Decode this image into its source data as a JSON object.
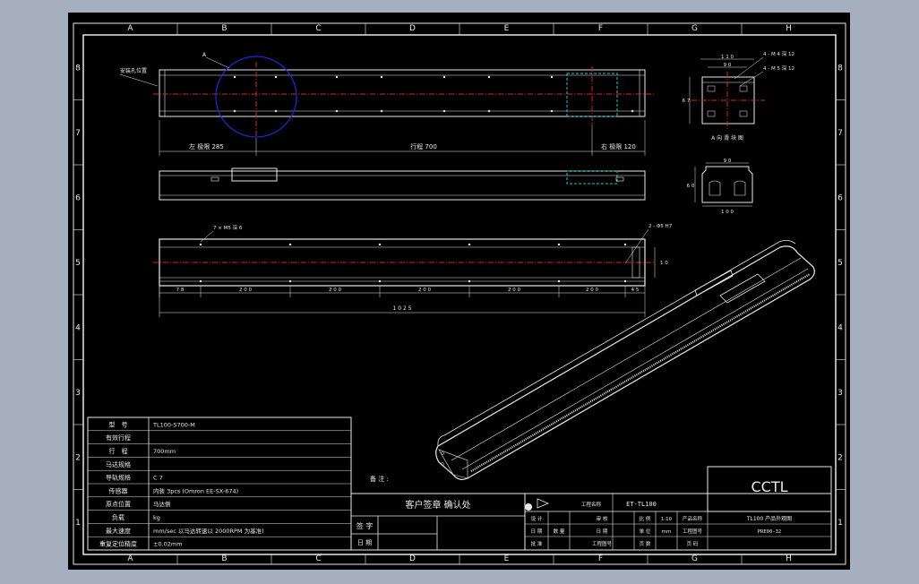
{
  "frame": {
    "col_labels": [
      "A",
      "B",
      "C",
      "D",
      "E",
      "F",
      "G",
      "H"
    ],
    "row_labels": [
      "8",
      "7",
      "6",
      "5",
      "4",
      "3",
      "2",
      "1"
    ]
  },
  "top_view": {
    "note_left": "安装孔位置",
    "note_a": "A",
    "dim_left": "左 极限 285",
    "dim_stroke": "行程 700",
    "dim_right": "右 极限 120"
  },
  "side_view": {
    "note_left": "7 × M5 深 6",
    "note_right": "2 - Φ5 H7",
    "dims": [
      "7 8",
      "2 0 0",
      "2 0 0",
      "2 0 0",
      "2 0 0",
      "2 0 0",
      "4 5"
    ],
    "total": "1 0 2 5"
  },
  "end_view_a": {
    "w1": "1 1 0",
    "w2": "9 0",
    "note1": "4 - M 4 深 12",
    "note2": "4 - M 5 深 12",
    "h": "6 7",
    "caption": "A 向 滑 块 图"
  },
  "end_view_b": {
    "w1": "9 0",
    "w2": "1 0 0",
    "h": "6 0"
  },
  "spec_table": {
    "rows": [
      {
        "label": "型　号",
        "value": "TL100-S700-M"
      },
      {
        "label": "有效行程",
        "value": ""
      },
      {
        "label": "行　程",
        "value": "700mm"
      },
      {
        "label": "马达规格",
        "value": ""
      },
      {
        "label": "导轨规格",
        "value": "C 7"
      },
      {
        "label": "传感器",
        "value": "内装 3pcs (Omron EE-SX-674)"
      },
      {
        "label": "原点位置",
        "value": "马达侧"
      },
      {
        "label": "负载",
        "value": "kg"
      },
      {
        "label": "最大速度",
        "value": "mm/sec 以马达转速以 2000RPM 为基准)"
      },
      {
        "label": "重复定位精度",
        "value": "±0.02mm"
      }
    ]
  },
  "notes_label": "备 注 :",
  "confirm_header": "客户签章 确认处",
  "sign_label": "签 字",
  "date_label": "日 期",
  "title_block": {
    "company": "CCTL",
    "part_no": "ET-TL100",
    "desc": "TL100 产品外观图",
    "drawing_no": "PRE00-32",
    "cells": [
      "工程名称",
      "设 计",
      "审 核",
      "比 例",
      "1:10",
      "产品名称",
      "日 期",
      "数 量",
      "日 期",
      "单 位",
      "mm",
      "工程图号",
      "批 准",
      "页 数",
      "页 码",
      "工程图号"
    ]
  }
}
